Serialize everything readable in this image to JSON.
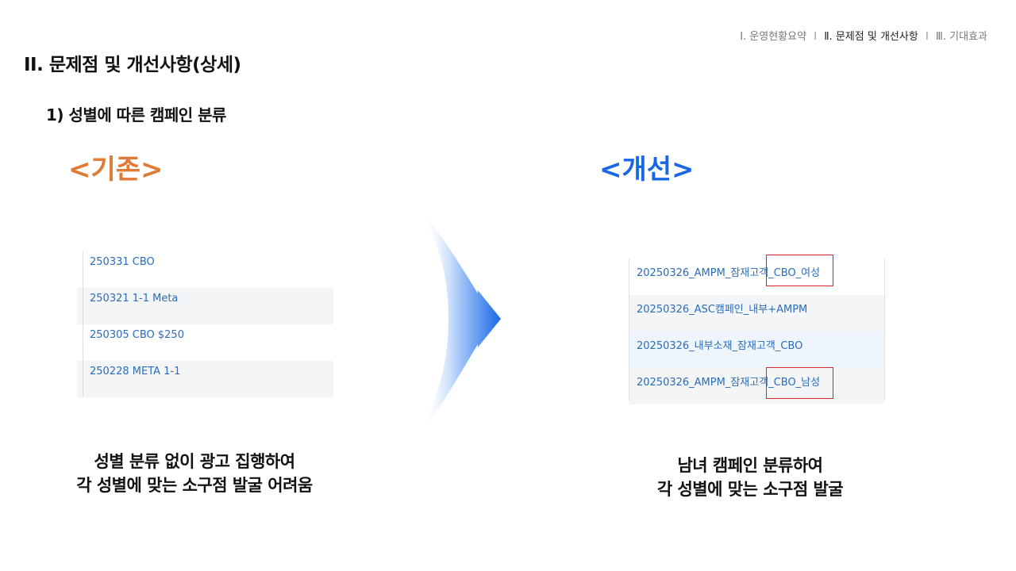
{
  "nav": {
    "item1": "Ⅰ. 운영현황요약",
    "item2": "Ⅱ. 문제점 및 개선사항",
    "item3": "Ⅲ. 기대효과",
    "separator": "I"
  },
  "title": "II. 문제점 및 개선사항(상세)",
  "subtitle": "1) 성별에 따른 캠페인 분류",
  "before": {
    "label": "<기존>",
    "rows": [
      "250331 CBO",
      "250321 1-1 Meta",
      "250305 CBO $250",
      "250228 META 1-1"
    ],
    "caption_line1": "성별 분류 없이 광고 집행하여",
    "caption_line2": "각 성별에 맞는 소구점 발굴 어려움"
  },
  "after": {
    "label": "<개선>",
    "rows": [
      "20250326_AMPM_잠재고객_CBO_여성",
      "20250326_ASC캠페인_내부+AMPM",
      "20250326_내부소재_잠재고객_CBO",
      "20250326_AMPM_잠재고객_CBO_남성"
    ],
    "caption_line1": "남녀 캠페인 분류하여",
    "caption_line2": "각 성별에 맞는 소구점 발굴"
  },
  "colors": {
    "before_accent": "#e07a35",
    "after_accent": "#1a67e6",
    "highlight_box": "#d9262c",
    "link_text": "#2a6cb8"
  }
}
